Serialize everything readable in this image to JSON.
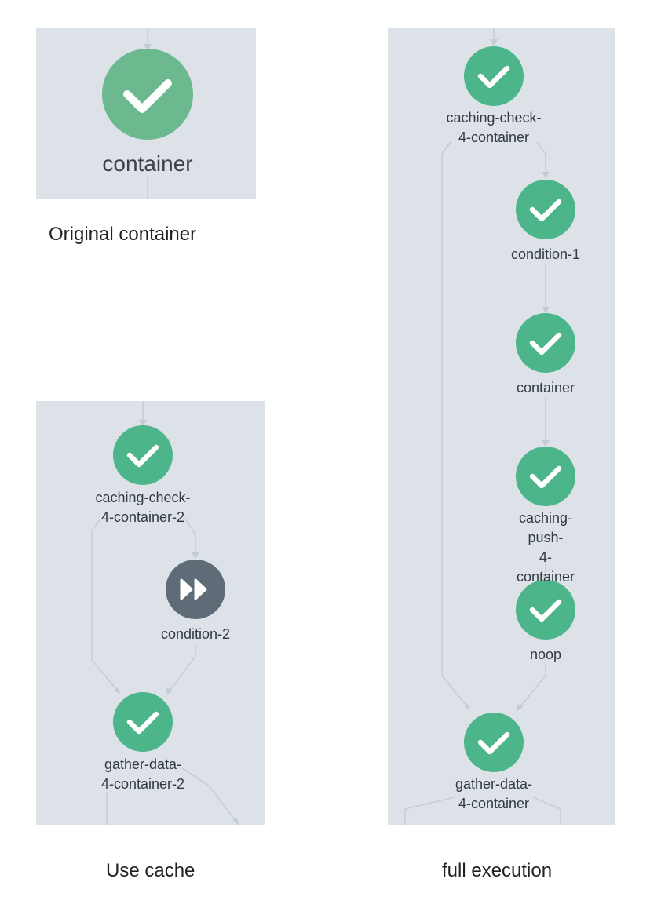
{
  "panels": {
    "original": {
      "caption": "Original container",
      "nodes": [
        {
          "label": "container",
          "status": "success"
        }
      ]
    },
    "use_cache": {
      "caption": "Use cache",
      "nodes": [
        {
          "label": "caching-check-\n4-container-2",
          "status": "success"
        },
        {
          "label": "condition-2",
          "status": "skipped"
        },
        {
          "label": "gather-data-\n4-container-2",
          "status": "success"
        }
      ]
    },
    "full_execution": {
      "caption": "full execution",
      "nodes": [
        {
          "label": "caching-check-\n4-container",
          "status": "success"
        },
        {
          "label": "condition-1",
          "status": "success"
        },
        {
          "label": "container",
          "status": "success"
        },
        {
          "label": "caching-push-\n4-container",
          "status": "success"
        },
        {
          "label": "noop",
          "status": "success"
        },
        {
          "label": "gather-data-\n4-container",
          "status": "success"
        }
      ]
    }
  },
  "colors": {
    "panel_background": "#dde2e9",
    "success": "#4db58a",
    "skipped": "#5f6b77",
    "edge": "#c2cad4"
  },
  "icons": {
    "success": "check-icon",
    "skipped": "fast-forward-icon"
  }
}
